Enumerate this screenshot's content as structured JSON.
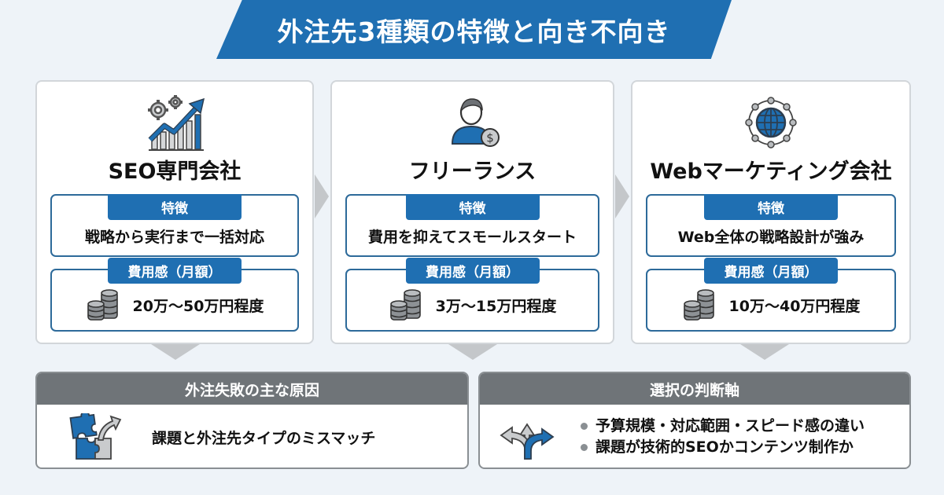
{
  "title": "外注先3種類の特徴と向き不向き",
  "colors": {
    "background": "#eef3f8",
    "accent_blue": "#1f6fb2",
    "inner_border": "#2d6a9a",
    "panel_header_gray": "#6f7478",
    "icon_gray": "#b9bcbf"
  },
  "cards": [
    {
      "icon": "seo-growth-chart-gears-icon",
      "name": "SEO専門会社",
      "feature_label": "特徴",
      "feature": "戦略から実行まで一括対応",
      "cost_label": "費用感（月額）",
      "cost_icon": "coin-stack-icon",
      "cost": "20万〜50万円程度"
    },
    {
      "icon": "freelancer-person-dollar-icon",
      "name": "フリーランス",
      "feature_label": "特徴",
      "feature": "費用を抑えてスモールスタート",
      "cost_label": "費用感（月額）",
      "cost_icon": "coin-stack-icon",
      "cost": "3万〜15万円程度"
    },
    {
      "icon": "globe-network-icon",
      "name": "Webマーケティング会社",
      "feature_label": "特徴",
      "feature": "Web全体の戦略設計が強み",
      "cost_label": "費用感（月額）",
      "cost_icon": "coin-stack-icon",
      "cost": "10万〜40万円程度"
    }
  ],
  "panels": {
    "failure": {
      "header": "外注失敗の主な原因",
      "icon": "puzzle-mismatch-icon",
      "text": "課題と外注先タイプのミスマッチ"
    },
    "criteria": {
      "header": "選択の判断軸",
      "icon": "branching-arrows-icon",
      "bullets": [
        "予算規模・対応範囲・スピード感の違い",
        "課題が技術的SEOかコンテンツ制作か"
      ]
    }
  }
}
